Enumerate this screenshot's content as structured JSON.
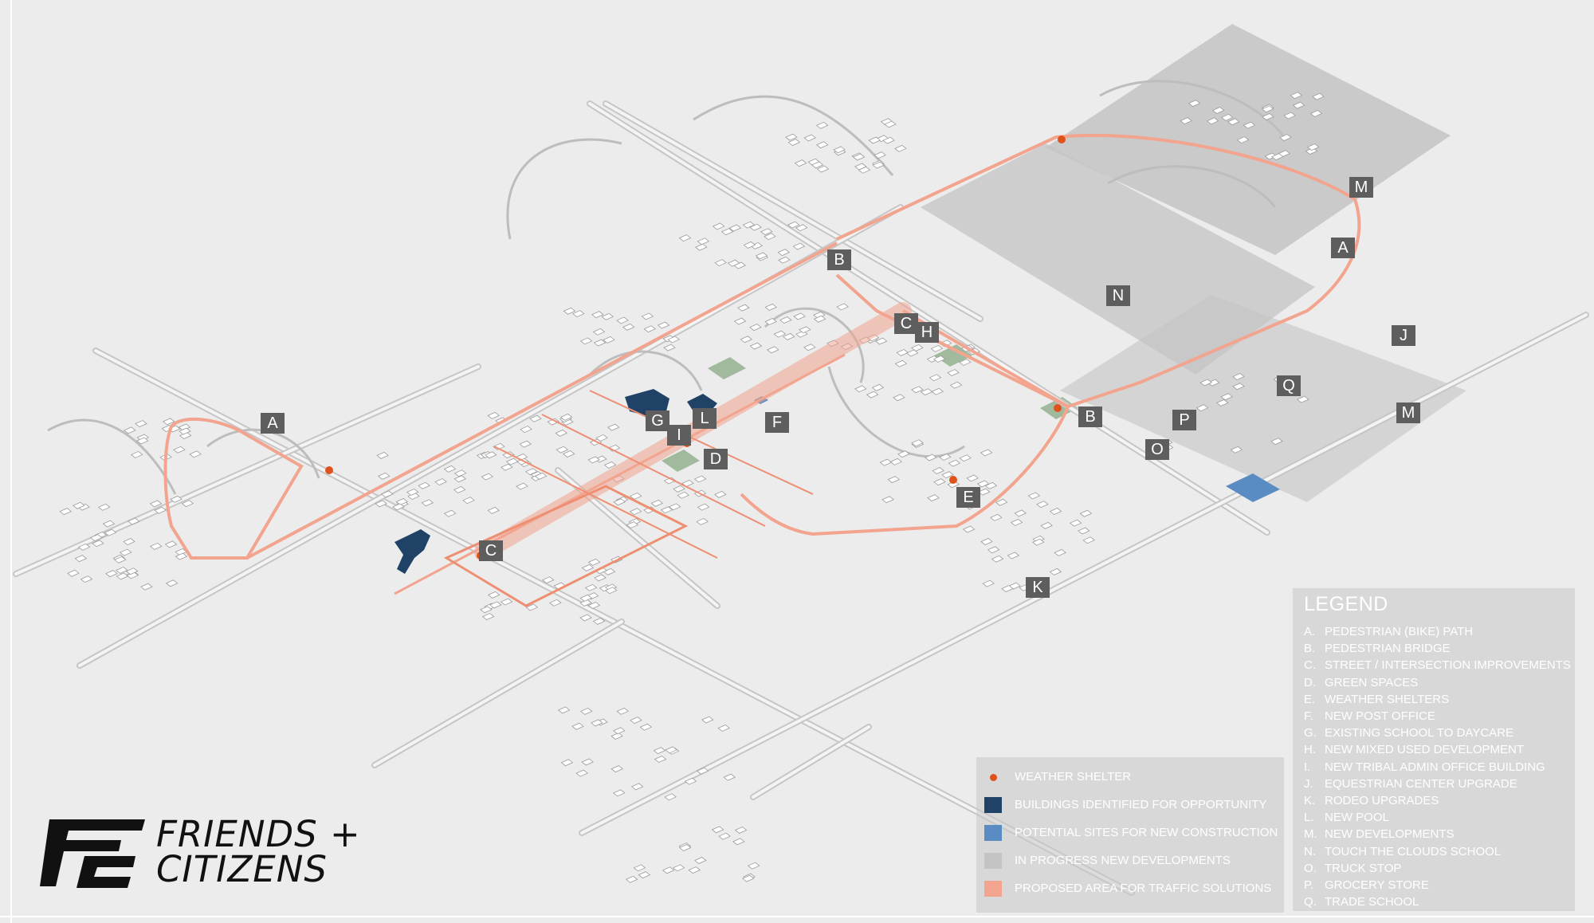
{
  "colors": {
    "background": "#ececec",
    "traffic": "#f2a48e",
    "shelter": "#e0521c",
    "opportunity": "#1f4266",
    "new_construction": "#5a8cc4",
    "in_progress": "#c4c4c4",
    "green": "#8fae8a",
    "marker_bg": "#5e5e5e"
  },
  "map_markers": [
    {
      "letter": "M",
      "label": "new developments"
    },
    {
      "letter": "A",
      "label": "pedestrian bike path"
    },
    {
      "letter": "B",
      "label": "pedestrian bridge"
    },
    {
      "letter": "N",
      "label": "touch the clouds school"
    },
    {
      "letter": "C",
      "label": "street intersection improvements"
    },
    {
      "letter": "H",
      "label": "new mixed used development"
    },
    {
      "letter": "J",
      "label": "equestrian center upgrade"
    },
    {
      "letter": "Q",
      "label": "trade school"
    },
    {
      "letter": "B",
      "label": "pedestrian bridge"
    },
    {
      "letter": "P",
      "label": "grocery store"
    },
    {
      "letter": "M",
      "label": "new developments"
    },
    {
      "letter": "O",
      "label": "truck stop"
    },
    {
      "letter": "A",
      "label": "pedestrian bike path"
    },
    {
      "letter": "G",
      "label": "existing school to daycare"
    },
    {
      "letter": "L",
      "label": "new pool"
    },
    {
      "letter": "F",
      "label": "new post office"
    },
    {
      "letter": "I",
      "label": "new tribal admin office building"
    },
    {
      "letter": "D",
      "label": "green spaces"
    },
    {
      "letter": "E",
      "label": "weather shelters"
    },
    {
      "letter": "C",
      "label": "street intersection improvements"
    },
    {
      "letter": "K",
      "label": "rodeo upgrades"
    }
  ],
  "legend": {
    "title": "LEGEND",
    "items": [
      {
        "key": "A.",
        "text": "PEDESTRIAN (BIKE) PATH"
      },
      {
        "key": "B.",
        "text": "PEDESTRIAN BRIDGE"
      },
      {
        "key": "C.",
        "text": "STREET / INTERSECTION IMPROVEMENTS"
      },
      {
        "key": "D.",
        "text": "GREEN SPACES"
      },
      {
        "key": "E.",
        "text": "WEATHER SHELTERS"
      },
      {
        "key": "F.",
        "text": "NEW POST OFFICE"
      },
      {
        "key": "G.",
        "text": "EXISTING SCHOOL TO DAYCARE"
      },
      {
        "key": "H.",
        "text": "NEW MIXED USED DEVELOPMENT"
      },
      {
        "key": "I.",
        "text": "NEW TRIBAL ADMIN OFFICE BUILDING"
      },
      {
        "key": "J.",
        "text": "EQUESTRIAN CENTER UPGRADE"
      },
      {
        "key": "K.",
        "text": "RODEO UPGRADES"
      },
      {
        "key": "L.",
        "text": "NEW POOL"
      },
      {
        "key": "M.",
        "text": "NEW DEVELOPMENTS"
      },
      {
        "key": "N.",
        "text": "TOUCH THE CLOUDS SCHOOL"
      },
      {
        "key": "O.",
        "text": "TRUCK STOP"
      },
      {
        "key": "P.",
        "text": "GROCERY STORE"
      },
      {
        "key": "Q.",
        "text": "TRADE SCHOOL"
      }
    ]
  },
  "map_key": [
    {
      "symbol": "dot",
      "color": "#e0521c",
      "text": "WEATHER SHELTER"
    },
    {
      "symbol": "square",
      "color": "#1f4266",
      "text": "BUILDINGS IDENTIFIED FOR OPPORTUNITY"
    },
    {
      "symbol": "square",
      "color": "#5a8cc4",
      "text": "POTENTIAL SITES FOR NEW CONSTRUCTION"
    },
    {
      "symbol": "square",
      "color": "#c4c4c4",
      "text": "IN PROGRESS NEW DEVELOPMENTS"
    },
    {
      "symbol": "square",
      "color": "#f2a48e",
      "text": "PROPOSED AREA FOR TRAFFIC SOLUTIONS"
    }
  ],
  "brand": {
    "line1": "FRIENDS +",
    "line2": "CITIZENS",
    "monogram": "FC"
  }
}
